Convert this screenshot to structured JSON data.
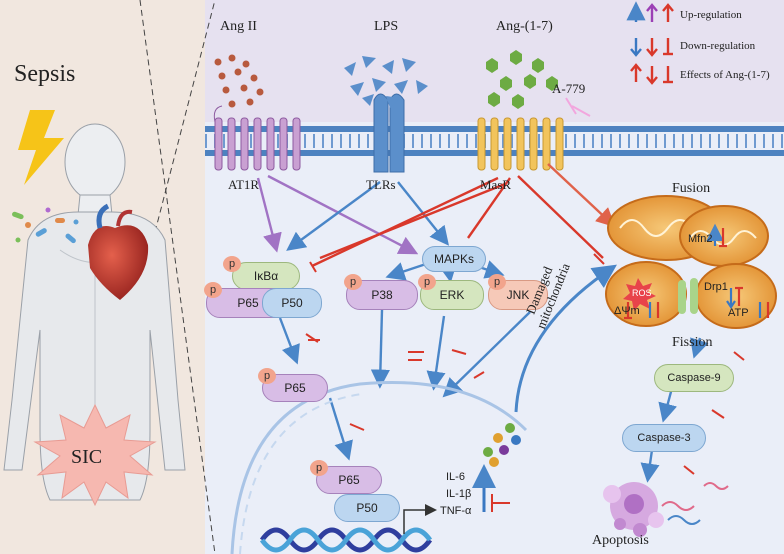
{
  "left_panel": {
    "sepsis_label": "Sepsis",
    "sic_label": "SIC"
  },
  "ligands": {
    "ang2": "Ang II",
    "lps": "LPS",
    "ang17": "Ang-(1-7)",
    "a779": "A-779"
  },
  "receptors": {
    "at1r": "AT1R",
    "tlrs": "TLRs",
    "masr": "MasR"
  },
  "legend": {
    "up": "Up-regulation",
    "down": "Down-regulation",
    "effects": "Effects of Ang-(1-7)",
    "colors": {
      "blue": "#3a78c2",
      "purple": "#9b3fb5",
      "red": "#d9382b"
    }
  },
  "nfkb": {
    "phospho": "p",
    "ikba": "IκBα",
    "p65": "P65",
    "p50": "P50"
  },
  "mapks": {
    "label": "MAPKs",
    "p38": "P38",
    "erk": "ERK",
    "jnk": "JNK"
  },
  "nucleus": {
    "cytokines": [
      "IL-6",
      "IL-1β",
      "TNF-α"
    ]
  },
  "mito": {
    "fusion": "Fusion",
    "fission": "Fission",
    "mfn2": "Mfn2",
    "drp1": "Drp1",
    "ros": "ROS",
    "membrane_potential": "ΔΨm",
    "atp": "ATP",
    "damaged_line1": "Damaged",
    "damaged_line2": "mitochondria"
  },
  "apoptosis": {
    "caspase9": "Caspase-9",
    "caspase3": "Caspase-3",
    "label": "Apoptosis"
  }
}
